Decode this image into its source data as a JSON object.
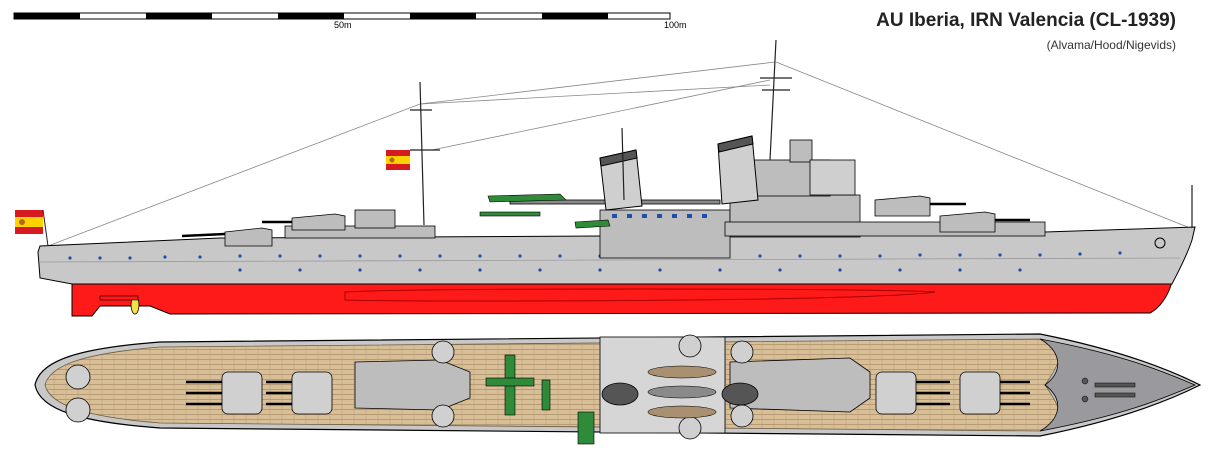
{
  "header": {
    "title": "AU Iberia, IRN Valencia (CL-1939)",
    "credits": "(Alvama/Hood/Nigevids)"
  },
  "scale_bar": {
    "label_mid": "50m",
    "label_end": "100m"
  },
  "colors": {
    "hull_grey": "#c8c8c8",
    "hull_outline": "#000000",
    "antifouling_red": "#ff1a1a",
    "superstructure_grey": "#bdbdbd",
    "deck_wood": "#d8bf98",
    "port_hole_blue": "#1f4fa8",
    "flag_red": "#d71920",
    "flag_yellow": "#ffd200",
    "aircraft_green": "#2f8a3a"
  }
}
